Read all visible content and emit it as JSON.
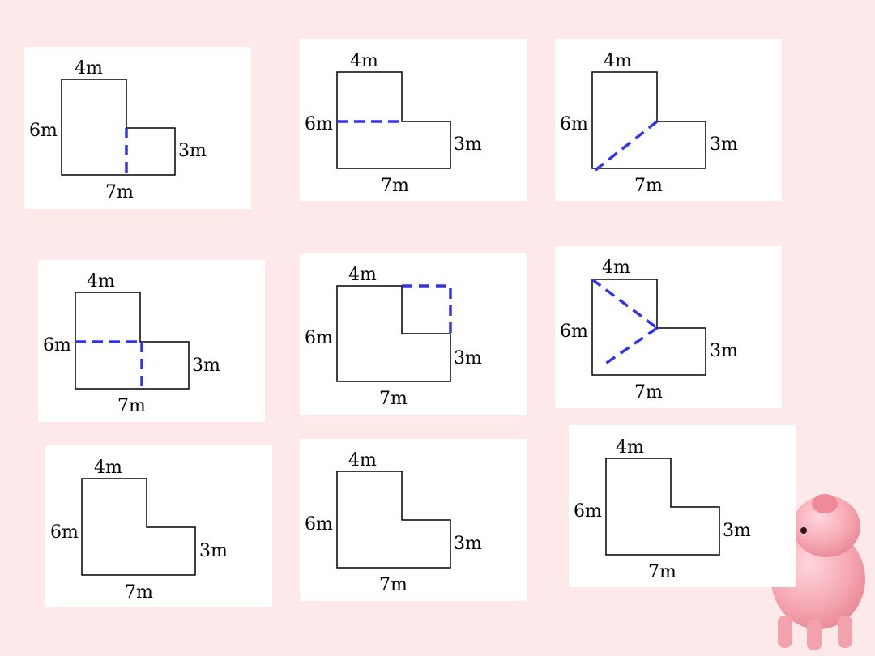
{
  "colors": {
    "background": "#fde9e9",
    "card": "#ffffff",
    "cut_line": "#3333ee",
    "outline": "#000000"
  },
  "shape_labels": {
    "top": "4m",
    "left": "6m",
    "right": "3m",
    "bottom": "7m"
  },
  "panels": [
    {
      "cut": "vertical-from-inner-corner"
    },
    {
      "cut": "horizontal-from-inner-corner"
    },
    {
      "cut": "diagonal-to-bottom-left"
    },
    {
      "cut": "cross-extension"
    },
    {
      "cut": "complete-to-rectangle"
    },
    {
      "cut": "triangle-to-left-corners"
    },
    {
      "cut": "none"
    },
    {
      "cut": "none"
    },
    {
      "cut": "none"
    }
  ],
  "decoration": {
    "icon": "pig-icon"
  }
}
